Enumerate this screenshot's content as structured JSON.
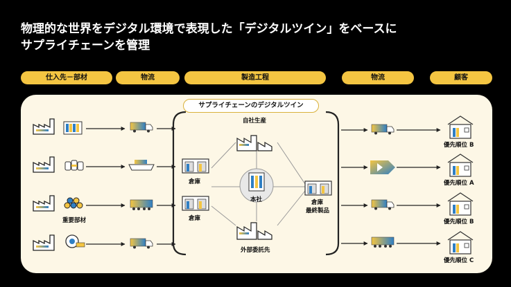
{
  "header": {
    "title_line1": "物理的な世界をデジタル環境で表現した「デジタルツイン」をベースに",
    "title_line2": "サプライチェーンを管理"
  },
  "stages": {
    "supplier": "仕入先－部材",
    "logistics1": "物流",
    "manufacturing": "製造工程",
    "logistics2": "物流",
    "customer": "顧客"
  },
  "digital_twin_label": "サプライチェーンのデジタルツイン",
  "nodes": {
    "own_production": "自社生産",
    "headquarters": "本社",
    "outsourced": "外部委託先",
    "warehouse_1": "倉庫",
    "warehouse_2": "倉庫",
    "final_warehouse": "倉庫",
    "final_product": "最終製品",
    "key_parts": "重要部材"
  },
  "customers": [
    {
      "label": "優先順位 B"
    },
    {
      "label": "優先順位 A"
    },
    {
      "label": "優先順位 B"
    },
    {
      "label": "優先順位 C"
    }
  ],
  "colors": {
    "accent_yellow": "#f4c542",
    "accent_blue": "#2f7fc4",
    "panel": "#fdf7e6",
    "line": "#222222"
  }
}
